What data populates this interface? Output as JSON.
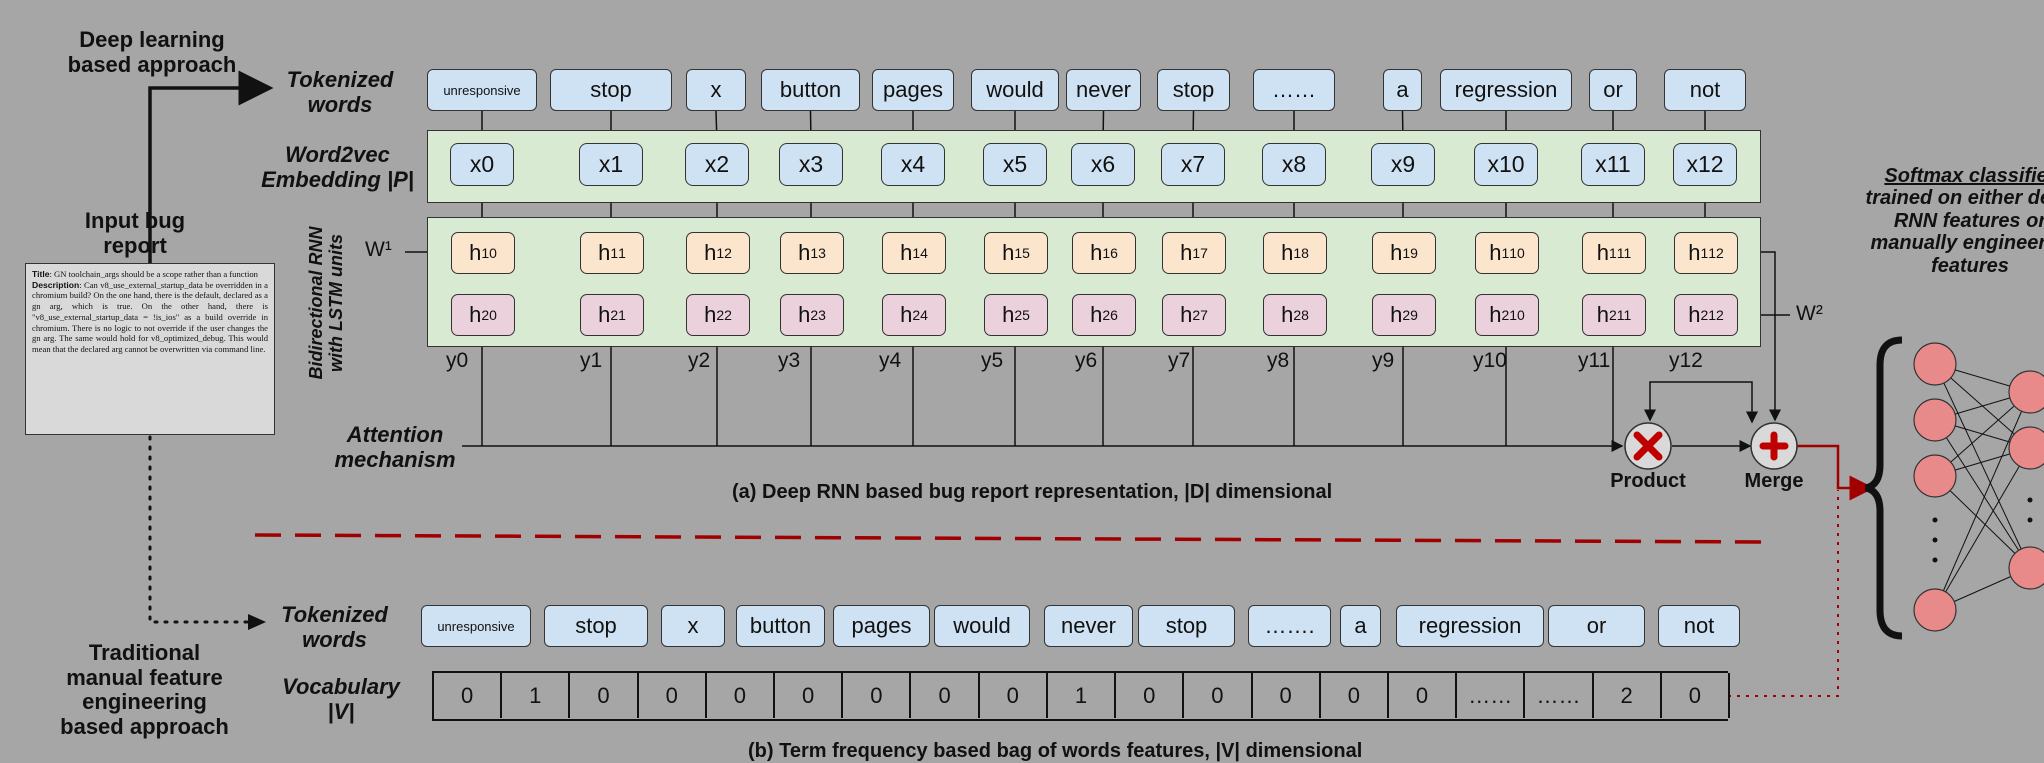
{
  "labels": {
    "deep_learning": "Deep learning based approach",
    "input_bug_report": "Input bug report",
    "traditional": "Traditional manual feature engineering based approach",
    "tokenized_words_top": "Tokenized words",
    "tokenized_words_bottom": "Tokenized words",
    "word2vec": "Word2vec Embedding |P|",
    "bidir_rnn": "Bidirectional RNN with LSTM units",
    "attention": "Attention mechanism",
    "vocabulary": "Vocabulary |V|",
    "w1": "W¹",
    "w2": "W²",
    "product": "Product",
    "merge": "Merge",
    "softmax_title": "Softmax classifier",
    "softmax_rest": "trained on either deep RNN features or manually engineered features",
    "caption_a": "(a) Deep RNN based bug report representation, |D| dimensional",
    "caption_b": "(b) Term frequency based bag of words features, |V| dimensional"
  },
  "bug_report": {
    "title_label": "Title",
    "title_text": ": GN toolchain_args should be a scope rather than a function",
    "desc_label": "Description",
    "desc_text": ": Can v8_use_external_startup_data be overridden in a chromium build? On the one hand, there is the default, declared as a gn arg, which is true. On the other hand, there is \"v8_use_external_startup_data = !is_ios\" as a build override in chromium. There is no logic to not override if the user changes the gn arg. The same would hold for v8_optimized_debug. This would mean that the declared arg cannot be overwritten via command line."
  },
  "tokens_top": [
    "unresponsive",
    "stop",
    "x",
    "button",
    "pages",
    "would",
    "never",
    "stop",
    "……",
    "a",
    "regression",
    "or",
    "not"
  ],
  "tokens_bottom": [
    "unresponsive",
    "stop",
    "x",
    "button",
    "pages",
    "would",
    "never",
    "stop",
    "…….",
    "a",
    "regression",
    "or",
    "not"
  ],
  "embeddings": [
    "x0",
    "x1",
    "x2",
    "x3",
    "x4",
    "x5",
    "x6",
    "x7",
    "x8",
    "x9",
    "x10",
    "x11",
    "x12"
  ],
  "h1_subscripts": [
    "0",
    "1",
    "2",
    "3",
    "4",
    "5",
    "6",
    "7",
    "8",
    "9",
    "10",
    "11",
    "12"
  ],
  "outputs": [
    "y0",
    "y1",
    "y2",
    "y3",
    "y4",
    "y5",
    "y6",
    "y7",
    "y8",
    "y9",
    "y10",
    "y11",
    "y12"
  ],
  "vocab_counts": [
    "0",
    "1",
    "0",
    "0",
    "0",
    "0",
    "0",
    "0",
    "0",
    "1",
    "0",
    "0",
    "0",
    "0",
    "0",
    "……",
    "……",
    "2",
    "0"
  ]
}
